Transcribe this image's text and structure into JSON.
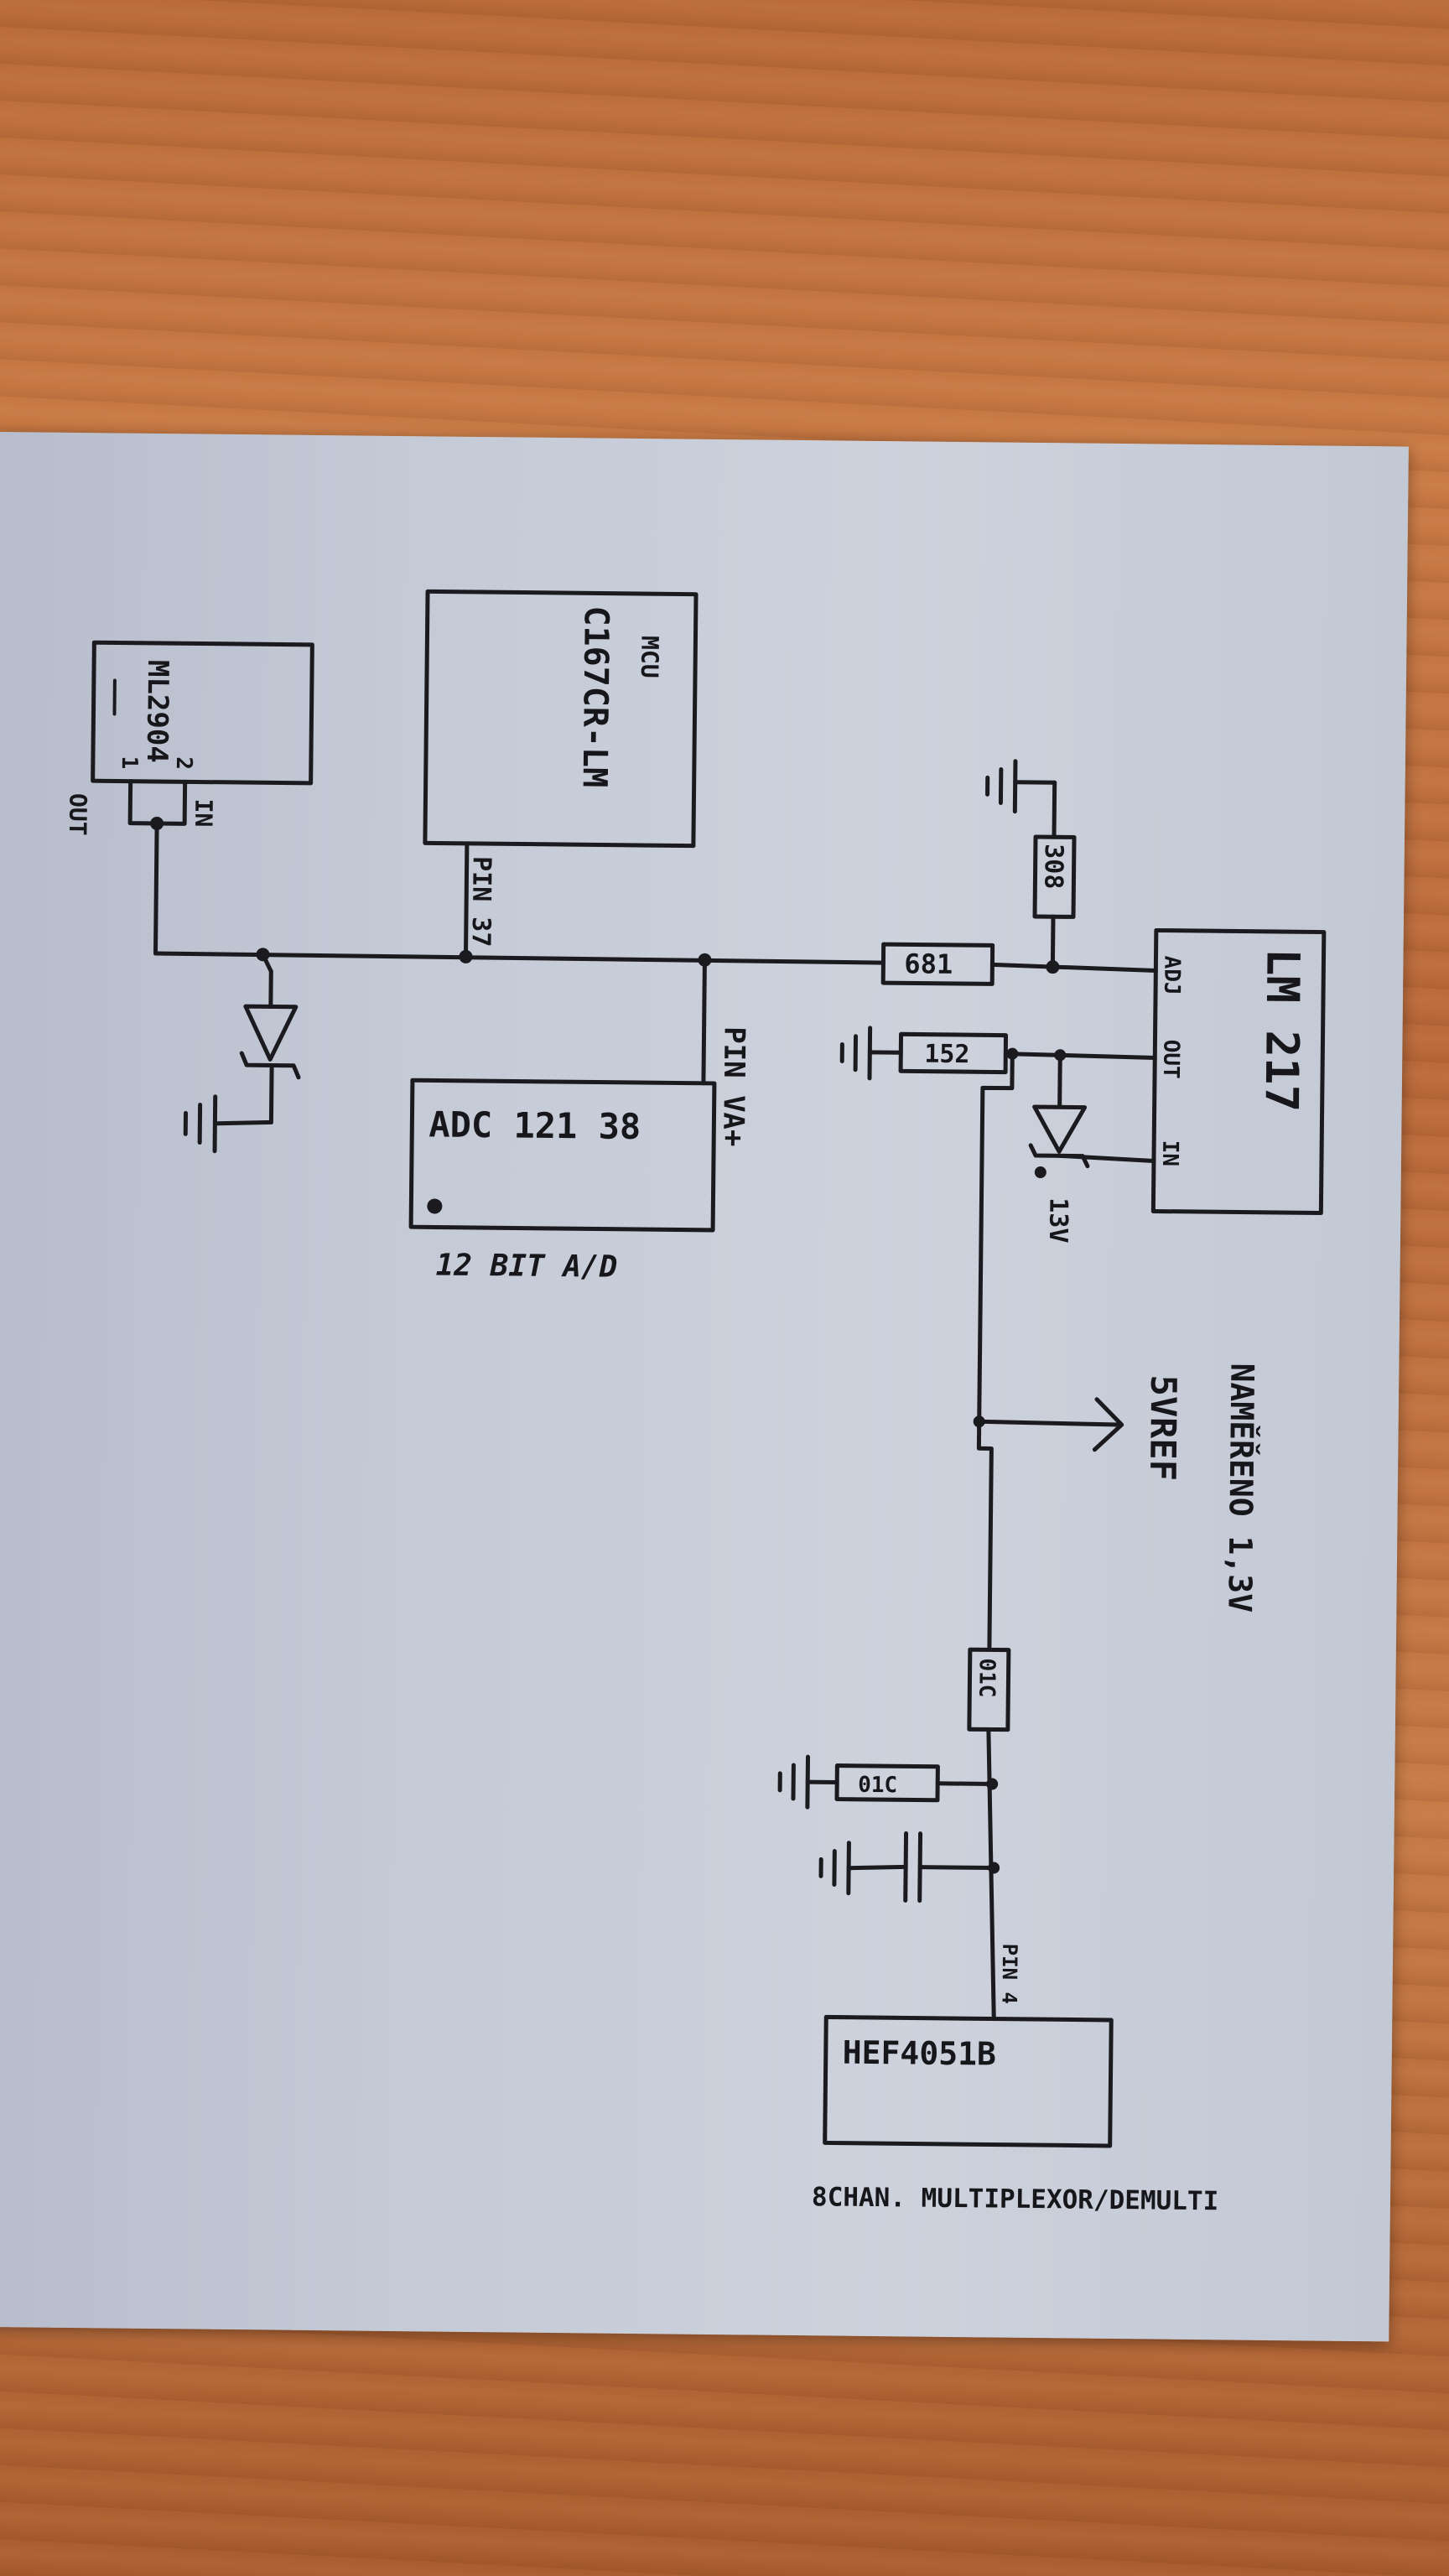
{
  "components": {
    "comparator": "ML2904",
    "comparator_pin_out": "1",
    "comparator_pin_in": "2",
    "out_label": "OUT",
    "in_label": "IN",
    "mcu_label": "MCU",
    "mcu_part": "C167CR-LM",
    "mcu_pin": "PIN 37",
    "adc_part": "ADC 121 38",
    "adc_pin": "PIN VA+",
    "adc_caption": "12 BIT A/D",
    "resistor_r1": "681",
    "resistor_r2": "308",
    "resistor_r3": "152",
    "resistor_r4": "01C",
    "resistor_r5": "01C",
    "regulator": "LM 217",
    "reg_pin_adj": "ADJ",
    "reg_pin_out": "OUT",
    "reg_pin_in": "IN",
    "zener_label": "13V",
    "vref_label": "5VREF",
    "note_label": "NAMĚŘENO 1,3V",
    "mux_part": "HEF4051B",
    "mux_pin": "PIN 4",
    "mux_caption": "8CHAN. MULTIPLEXOR/DEMULTI"
  }
}
